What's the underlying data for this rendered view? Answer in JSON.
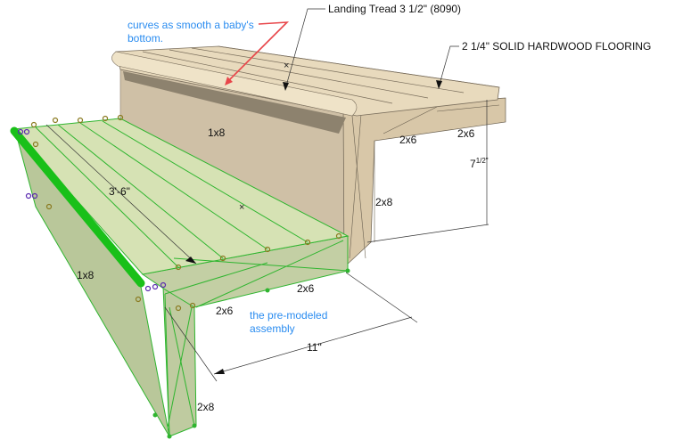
{
  "title": "Stair landing tread assembly",
  "annotations": {
    "curves_note": "curves as smooth a baby's bottom.",
    "landing_tread": "Landing Tread 3 1/2\" (8090)",
    "flooring": "2 1/4\" SOLID HARDWOOD FLOORING",
    "premodeled_note": "the pre-modeled assembly"
  },
  "labels": {
    "riser_back": "1x8",
    "riser_front": "1x8",
    "joist_back_1": "2x6",
    "joist_back_2": "2x6",
    "joist_front_1": "2x6",
    "joist_front_2": "2x6",
    "post_back": "2x8",
    "post_front": "2x8"
  },
  "dimensions": {
    "rise_main": "7",
    "rise_fraction": "1/2\"",
    "width": "3'-6\"",
    "depth": "11\""
  },
  "colors": {
    "wood": "#e6d7b8",
    "riser": "#cfc0a6",
    "selection_green": "#22b422",
    "note_blue": "#2a8cf0",
    "arrow_red": "#e8464a"
  }
}
